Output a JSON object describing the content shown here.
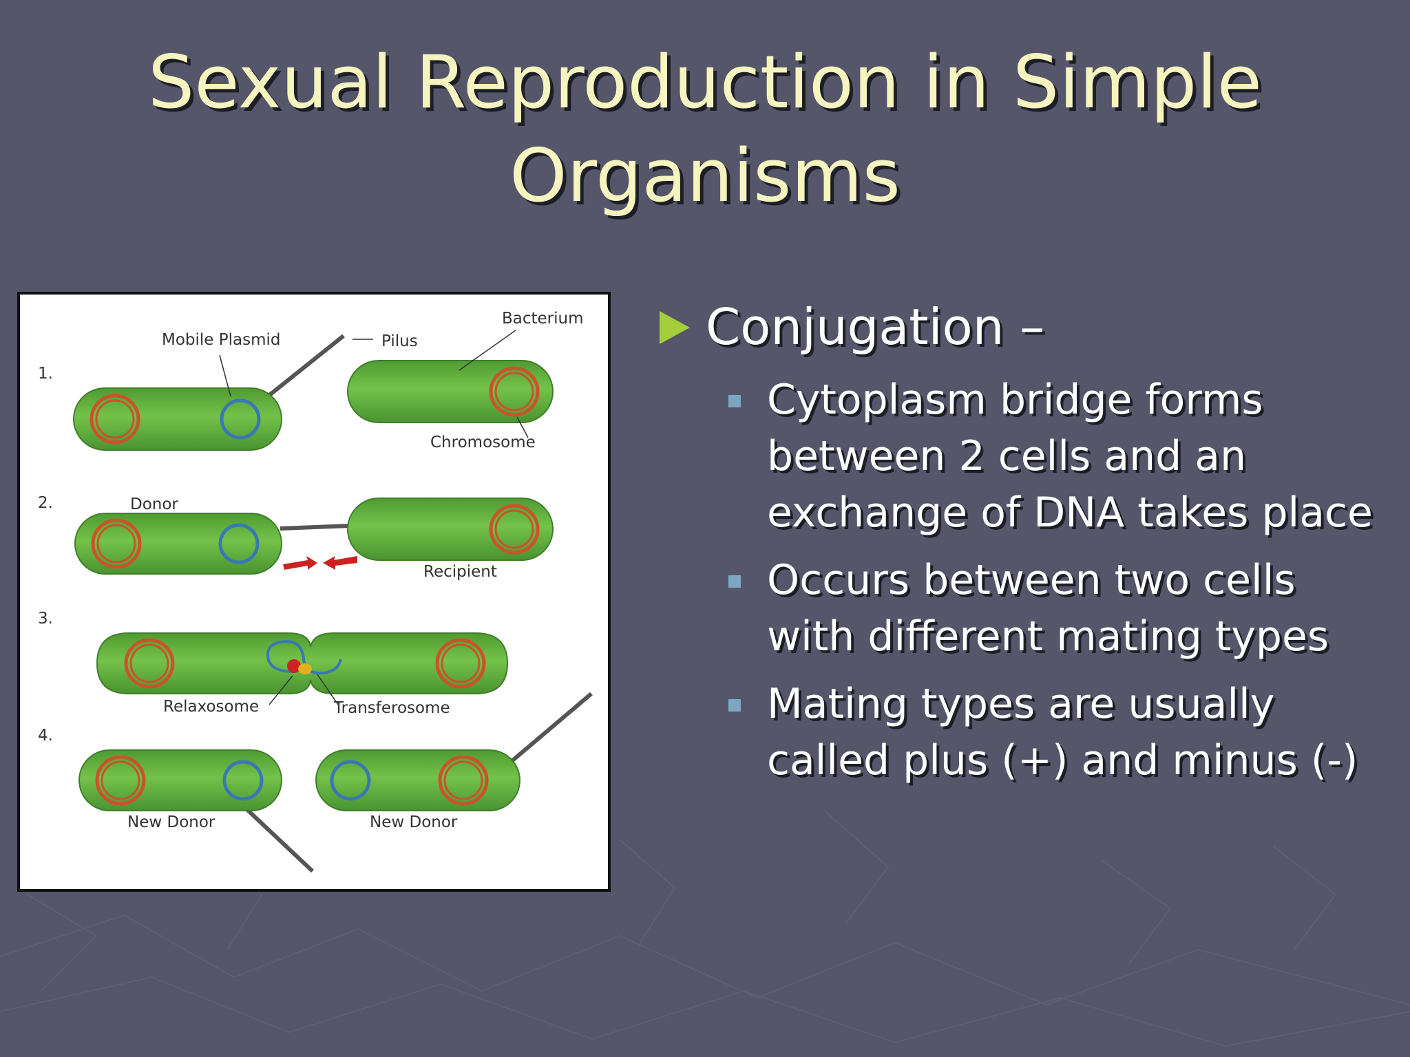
{
  "slide": {
    "title_lines": [
      "Sexual Reproduction in Simple",
      "Organisms"
    ],
    "colors": {
      "background": "#55566a",
      "title": "#f6f5bf",
      "bullet_arrow": "#a4cf3a",
      "sub_marker": "#7ea6c0"
    }
  },
  "figure": {
    "steps": [
      "1.",
      "2.",
      "3.",
      "4."
    ],
    "labels": {
      "bacterium": "Bacterium",
      "mobile_plasmid": "Mobile Plasmid",
      "pilus": "Pilus",
      "chromosome": "Chromosome",
      "donor": "Donor",
      "recipient": "Recipient",
      "relaxosome": "Relaxosome",
      "transferosome": "Transferosome",
      "new_donor_left": "New Donor",
      "new_donor_right": "New Donor"
    },
    "colors": {
      "cell": "#6dbc46",
      "chromosome": "#c9532a",
      "plasmid": "#3a78b3",
      "arrow": "#cc2222"
    }
  },
  "content": {
    "main_bullet": "Conjugation –",
    "sub_bullets": [
      [
        "Cytoplasm bridge forms",
        "between 2 cells and an",
        "exchange of DNA takes place"
      ],
      [
        "Occurs between two cells",
        "with different mating types"
      ],
      [
        "Mating types are usually",
        "called plus (+) and minus (-)"
      ]
    ]
  }
}
